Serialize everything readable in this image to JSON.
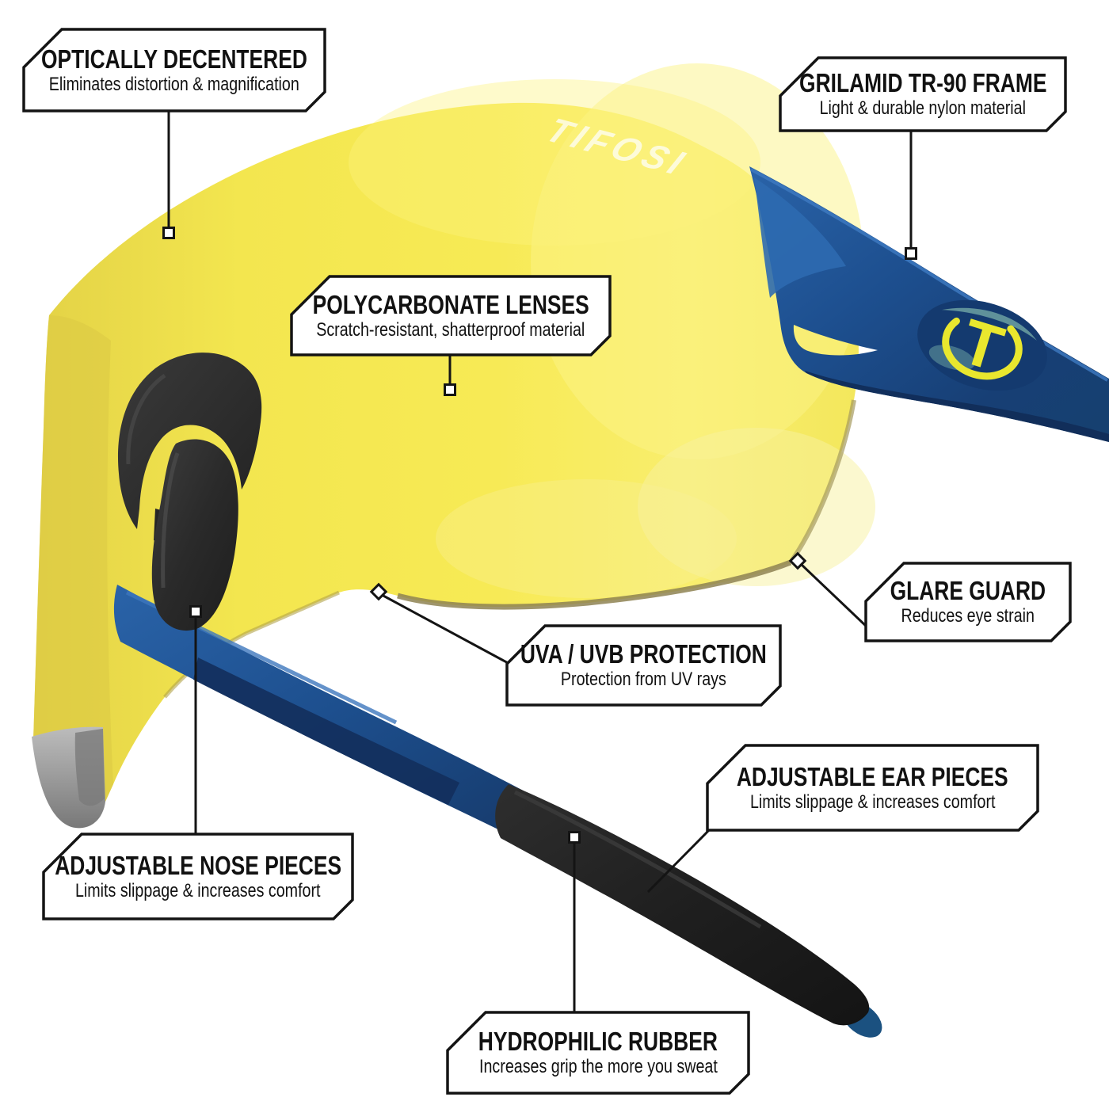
{
  "product": {
    "brand_lens_logo": "TIFOSI",
    "temple_logo_letter": "T"
  },
  "colors": {
    "lens_yellow": "#F5E84F",
    "lens_highlight": "#FBF38C",
    "lens_rim_olive": "#8E8352",
    "frame_blue": "#1C4F8E",
    "frame_blue_dark": "#12305C",
    "frame_blue_light": "#3E7AC2",
    "rubber_black": "#1F1F1F",
    "nose_black": "#2B2B2B",
    "lens_tip_gray": "#9B9B9B",
    "logo_yellow": "#E9E72E",
    "line_black": "#141414",
    "box_bg": "#FFFFFF",
    "box_border": "#141414",
    "background": "#FFFFFF"
  },
  "callouts": [
    {
      "id": "optically-decentered",
      "title": "OPTICALLY DECENTERED",
      "subtitle": "Eliminates distortion & magnification"
    },
    {
      "id": "grilamid-frame",
      "title": "GRILAMID TR-90 FRAME",
      "subtitle": "Light & durable nylon material"
    },
    {
      "id": "polycarbonate-lenses",
      "title": "POLYCARBONATE LENSES",
      "subtitle": "Scratch-resistant, shatterproof material"
    },
    {
      "id": "glare-guard",
      "title": "GLARE GUARD",
      "subtitle": "Reduces eye strain"
    },
    {
      "id": "uva-uvb-protection",
      "title": "UVA / UVB PROTECTION",
      "subtitle": "Protection from UV rays"
    },
    {
      "id": "adjustable-nose-pieces",
      "title": "ADJUSTABLE NOSE PIECES",
      "subtitle": "Limits slippage & increases comfort"
    },
    {
      "id": "adjustable-ear-pieces",
      "title": "ADJUSTABLE EAR PIECES",
      "subtitle": "Limits slippage & increases comfort"
    },
    {
      "id": "hydrophilic-rubber",
      "title": "HYDROPHILIC RUBBER",
      "subtitle": "Increases grip the more you sweat"
    }
  ]
}
